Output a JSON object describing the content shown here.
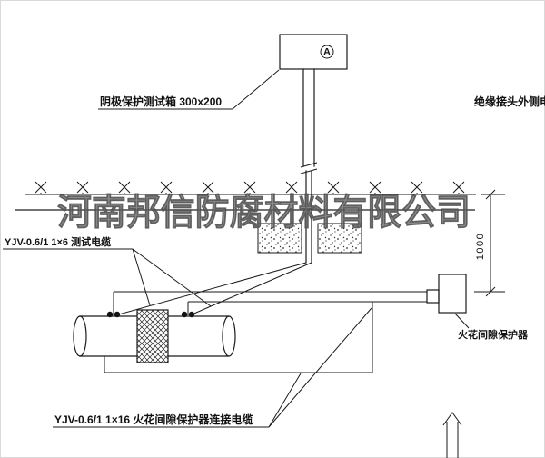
{
  "colors": {
    "line": "#1a1a1a",
    "watermark": "#6a6a6a"
  },
  "labels": {
    "test_box": "阴极保护测试箱 300x200",
    "insulated_joint_cable": "绝缘接头外侧电缆",
    "test_cable": "YJV-0.6/1 1×6  测试电缆",
    "protector_cable": "YJV-0.6/1 1×16  火花间隙保护器连接电缆",
    "spark_gap_protector": "火花间隙保护器",
    "dimension_1000": "1000",
    "meter_letter": "A"
  },
  "watermark": {
    "text": "河南邦信防腐材料有限公司"
  }
}
